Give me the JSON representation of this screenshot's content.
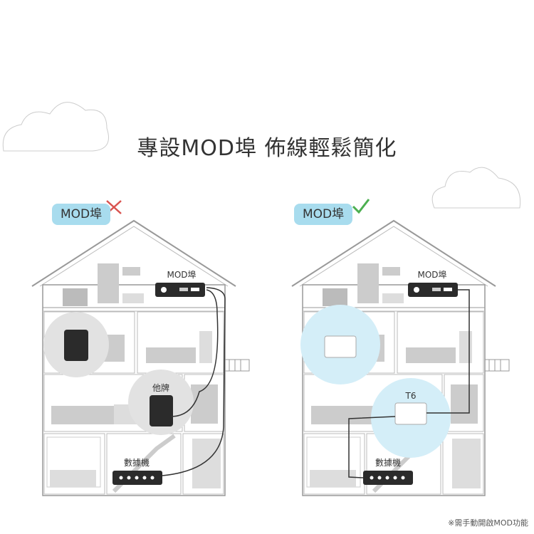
{
  "title": "專設MOD埠 佈線輕鬆簡化",
  "left_panel": {
    "badge": "MOD埠",
    "badge_mark": "cross-icon",
    "mod_label": "MOD埠",
    "other_router_label": "他牌",
    "modem_label": "數據機"
  },
  "right_panel": {
    "badge": "MOD埠",
    "badge_mark": "check-icon",
    "mod_label": "MOD埠",
    "router_label": "T6",
    "modem_label": "數據機"
  },
  "footnote": "※需手動開啟MOD功能",
  "colors": {
    "badge": "#a8dcee",
    "cross": "#d9534f",
    "check": "#4caf50",
    "wifi_halo_gray": "#e2e2e2",
    "wifi_halo_blue": "#d4eef8",
    "device_dark": "#2b2b2b"
  }
}
